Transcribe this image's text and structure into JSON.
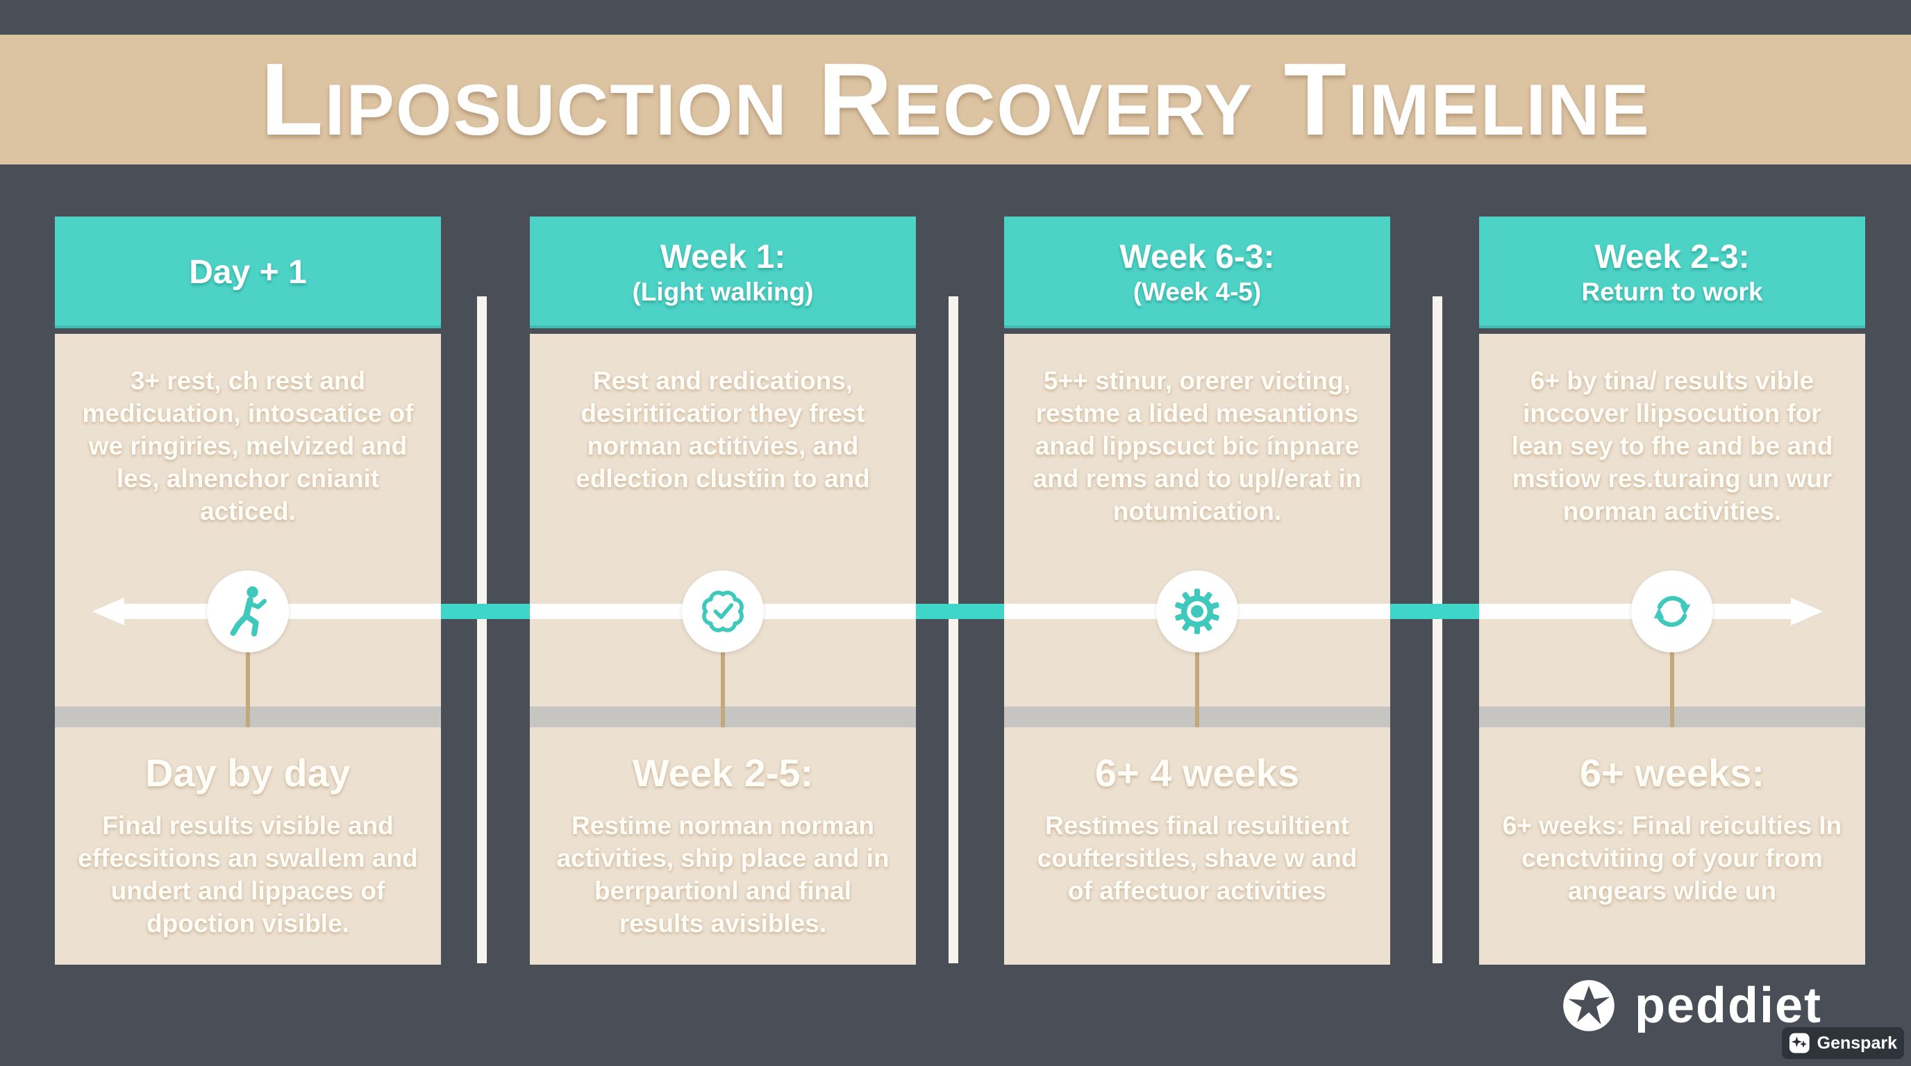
{
  "title": "Liposuction Recovery Timeline",
  "colors": {
    "background": "#4a4f57",
    "title_band": "#dcc3a2",
    "header_teal": "#4dd2c6",
    "body_beige": "#ece0d1",
    "timeline_teal": "#3ed6c9",
    "gray_band": "#c7c5c2",
    "text_white": "#ffffff"
  },
  "columns": [
    {
      "header_line1": "Day + 1",
      "header_line2": "",
      "top_text": "3+ rest, ch rest and medicuation, intoscatice of we ringiries, melvized and les, alnenchor cnianit acticed.",
      "icon": "walking-person-icon",
      "bottom_heading": "Day by day",
      "bottom_text": "Final results visible and effecsitions an swallem and undert and lippaces of dpoction visible."
    },
    {
      "header_line1": "Week 1:",
      "header_line2": "(Light walking)",
      "top_text": "Rest and redications, desiritiicatior they frest norman actitivies, and edlection clustiin to and",
      "icon": "badge-check-icon",
      "bottom_heading": "Week 2-5:",
      "bottom_text": "Restime norman norman activities, ship place and in berrpartionl and final results avisibles."
    },
    {
      "header_line1": "Week 6-3:",
      "header_line2": "(Week 4-5)",
      "top_text": "5++ stinur, orerer victing, restme a lided mesantions anad lippscuct bic ínpnare and rems and to upl/erat in notumication.",
      "icon": "gear-icon",
      "bottom_heading": "6+ 4 weeks",
      "bottom_text": "Restimes final resuiltient couftersitles, shave w and of affectuor activities"
    },
    {
      "header_line1": "Week 2-3:",
      "header_line2": "Return to work",
      "top_text": "6+ by tina/ results vible inccover llipsocution for lean sey to fhe and be and mstiow res.turaing un wur norman activities.",
      "icon": "refresh-icon",
      "bottom_heading": "6+ weeks:",
      "bottom_text": "6+ weeks: Final reiculties In cenctvitiing of your from angears wlide un"
    }
  ],
  "footer": {
    "brand": "peddiet",
    "badge": "Genspark"
  }
}
